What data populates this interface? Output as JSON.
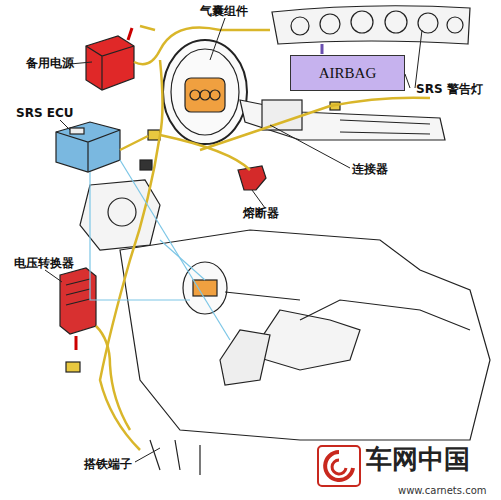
{
  "diagram": {
    "nodes": [
      {
        "text": [
          "AIRBAG"
        ]
      }
    ],
    "labels": [
      "备用电源",
      "气囊组件",
      "SRS 警告灯",
      "SRS ECU",
      "连接器",
      "熔断器",
      "电压转换器",
      "搭铁端子",
      "车网中国",
      "www.carnets.com"
    ]
  }
}
